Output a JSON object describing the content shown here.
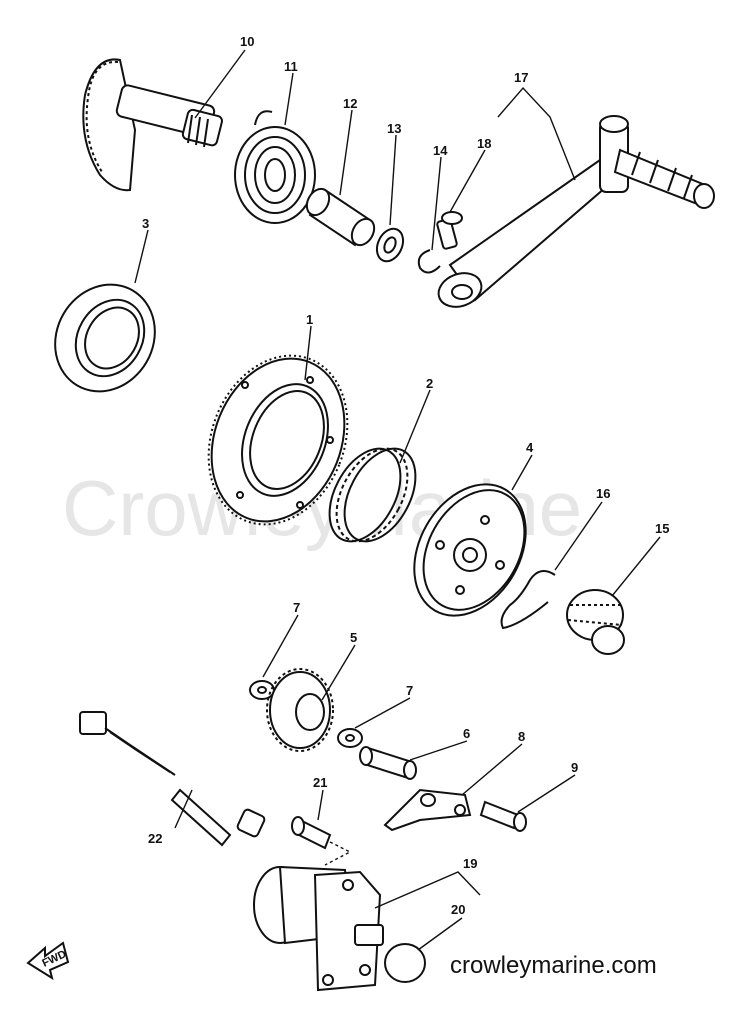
{
  "watermark": "CrowleyMarine",
  "site_url": "crowleymarine.com",
  "fwd_label": "FWD",
  "callouts": {
    "p1": "1",
    "p2": "2",
    "p3": "3",
    "p4": "4",
    "p5": "5",
    "p6": "6",
    "p7a": "7",
    "p7b": "7",
    "p8": "8",
    "p9": "9",
    "p10": "10",
    "p11": "11",
    "p12": "12",
    "p13": "13",
    "p14": "14",
    "p15": "15",
    "p16": "16",
    "p17": "17",
    "p18": "18",
    "p19": "19",
    "p20": "20",
    "p21": "21",
    "p22": "22"
  }
}
